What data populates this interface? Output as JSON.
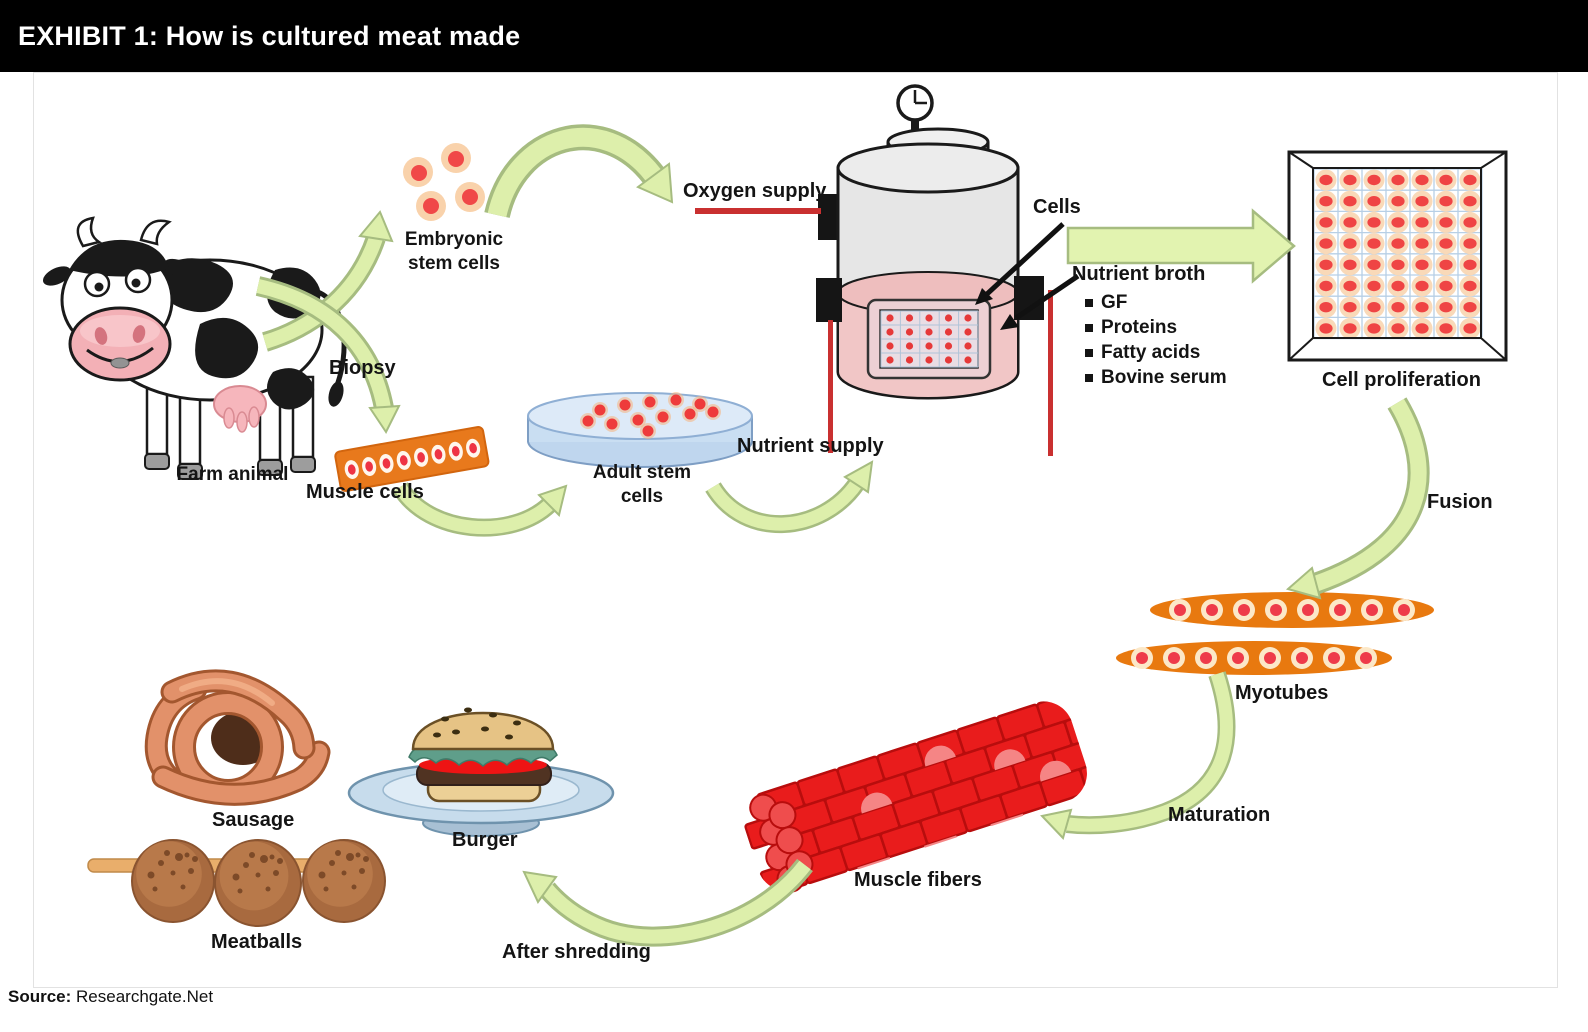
{
  "header": {
    "title": "EXHIBIT 1: How is cultured meat made"
  },
  "labels": {
    "farm_animal": "Farm animal",
    "biopsy": "Biopsy",
    "muscle_cells": "Muscle cells",
    "embryonic_stem_cells": "Embryonic stem cells",
    "adult_stem_cells": "Adult stem cells",
    "oxygen_supply": "Oxygen supply",
    "nutrient_supply": "Nutrient supply",
    "cells": "Cells",
    "nutrient_broth": "Nutrient broth",
    "cell_proliferation": "Cell proliferation",
    "fusion": "Fusion",
    "myotubes": "Myotubes",
    "maturation": "Maturation",
    "muscle_fibers": "Muscle fibers",
    "after_shredding": "After shredding",
    "burger": "Burger",
    "sausage": "Sausage",
    "meatballs": "Meatballs"
  },
  "nutrient_broth_items": [
    "GF",
    "Proteins",
    "Fatty acids",
    "Bovine serum"
  ],
  "source": {
    "label": "Source:",
    "value": " Researchgate.Net"
  },
  "colors": {
    "header_bg": "#000000",
    "header_fg": "#ffffff",
    "arrow_fill": "#ddefab",
    "arrow_stroke": "#a6bc80",
    "orange": "#e8791c",
    "cell_red": "#ee4040",
    "cell_peach": "#f9d9b8",
    "reactor_gray": "#e6e6e6",
    "reactor_liquid_pink": "#f1c6c6",
    "supply_line_red": "#c93030",
    "muscle_fiber_red": "#e91c1c",
    "petri_blue": "#c9def2"
  }
}
